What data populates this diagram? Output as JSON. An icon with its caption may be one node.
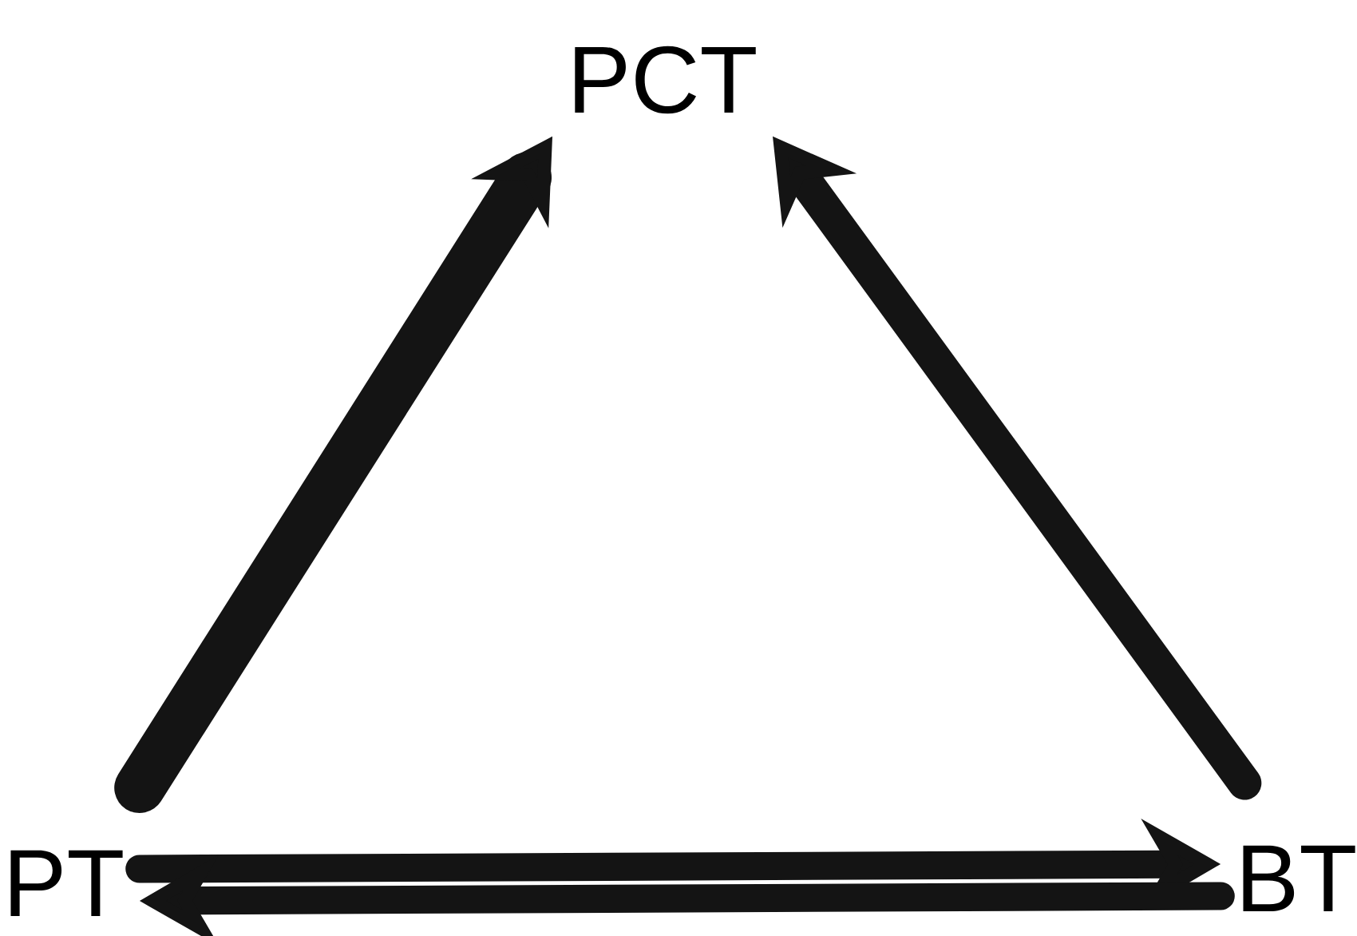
{
  "diagram": {
    "nodes": [
      {
        "text": [
          "PCT"
        ]
      },
      {
        "text": [
          "PT"
        ]
      },
      {
        "text": [
          "BT"
        ]
      }
    ],
    "edges": [
      {
        "from": 1,
        "to": 0,
        "arrow": "to"
      },
      {
        "from": 2,
        "to": 0,
        "arrow": "to"
      },
      {
        "from": 1,
        "to": 2,
        "arrow": "to"
      },
      {
        "from": 2,
        "to": 1,
        "arrow": "to"
      }
    ]
  }
}
